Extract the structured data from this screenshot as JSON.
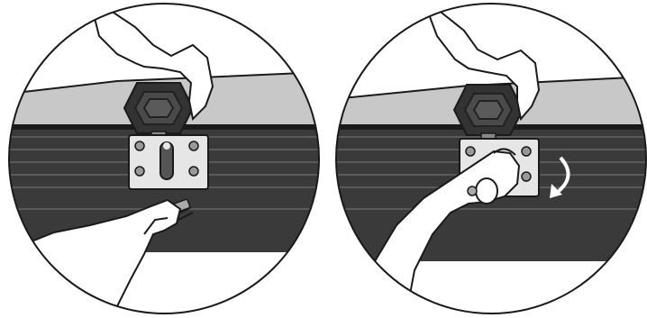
{
  "figure": {
    "panels": [
      {
        "id": "step-1",
        "action": "insert-screw",
        "icons": [
          "hand-icon",
          "knob-icon",
          "bracket-icon",
          "screw-icon"
        ]
      },
      {
        "id": "step-2",
        "action": "tighten-clockwise",
        "icons": [
          "hand-icon",
          "knob-icon",
          "bracket-icon",
          "rotate-arrow-icon"
        ]
      }
    ],
    "colors": {
      "background": "#ffffff",
      "outline": "#1a1a1a",
      "rail_top": "#c8c8c8",
      "rail_body": "#3a3a3a",
      "rail_stripe": "#555555",
      "knob": "#333333",
      "bracket": "#e6e6e6",
      "hand": "#ffffff"
    }
  }
}
